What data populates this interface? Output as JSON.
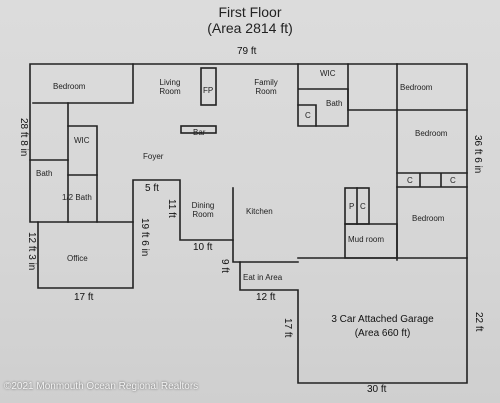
{
  "header": {
    "title": "First Floor",
    "area": "(Area 2814 ft)"
  },
  "rooms": {
    "bedroom_left": "Bedroom",
    "living_room": "Living Room",
    "fp": "FP",
    "family_room": "Family Room",
    "wic_top": "WIC",
    "bath_top": "Bath",
    "c_top": "C",
    "bedroom_top_right": "Bedroom",
    "bedroom_mid_right": "Bedroom",
    "c_right_1": "C",
    "c_right_2": "C",
    "bar": "Bar",
    "wic_left": "WIC",
    "bath_left": "Bath",
    "half_bath": "1/2 Bath",
    "foyer": "Foyer",
    "dining_room": "Dining Room",
    "kitchen": "Kitchen",
    "p": "P",
    "c_pantry": "C",
    "mud_room": "Mud room",
    "bedroom_bottom_right": "Bedroom",
    "office": "Office",
    "eat_in_area": "Eat in Area",
    "garage": "3 Car Attached Garage",
    "garage_area": "(Area 660 ft)"
  },
  "dimensions": {
    "top": "79 ft",
    "left_upper": "28 ft 8 in",
    "left_lower": "12 ft 3 in",
    "right_upper": "36 ft 6 in",
    "right_lower": "22 ft",
    "foyer_step": "5 ft",
    "dining_depth": "11 ft",
    "office_side": "19 ft 6 in",
    "dining_bottom": "10 ft",
    "office_bottom": "17 ft",
    "kitchen_step": "9 ft",
    "eat_in_bottom": "12 ft",
    "garage_side": "17 ft",
    "garage_bottom": "30 ft"
  },
  "copyright": "©2021 Monmouth Ocean Regional Realtors"
}
